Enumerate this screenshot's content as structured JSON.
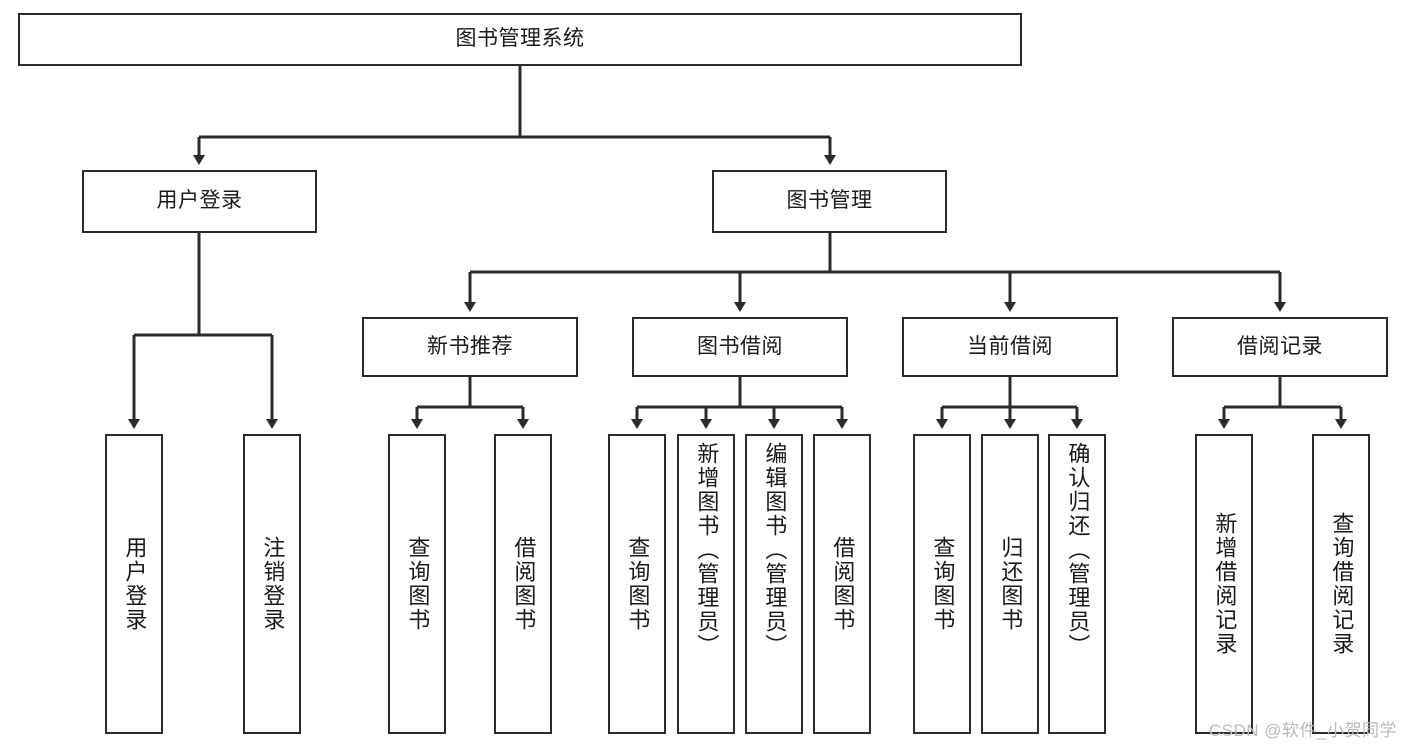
{
  "diagram": {
    "type": "tree-hierarchy",
    "title": "图书管理系统",
    "watermark": "CSDN @软件_小贺同学",
    "levels": {
      "root": {
        "label": "图书管理系统"
      },
      "level2": [
        {
          "label": "用户登录"
        },
        {
          "label": "图书管理"
        }
      ],
      "level3": [
        {
          "label": "新书推荐"
        },
        {
          "label": "图书借阅"
        },
        {
          "label": "当前借阅"
        },
        {
          "label": "借阅记录"
        }
      ]
    },
    "leaves": {
      "user_login": [
        {
          "label": "用户登录"
        },
        {
          "label": "注销登录"
        }
      ],
      "new_book_recommend": [
        {
          "label": "查询图书"
        },
        {
          "label": "借阅图书"
        }
      ],
      "book_borrow": [
        {
          "label": "查询图书"
        },
        {
          "label": "新增图书（管理员）"
        },
        {
          "label": "编辑图书（管理员）"
        },
        {
          "label": "借阅图书"
        }
      ],
      "current_borrow": [
        {
          "label": "查询图书"
        },
        {
          "label": "归还图书"
        },
        {
          "label": "确认归还（管理员）"
        }
      ],
      "borrow_records": [
        {
          "label": "新增借阅记录"
        },
        {
          "label": "查询借阅记录"
        }
      ]
    },
    "colors": {
      "stroke": "#2b2b2b",
      "fill": "#ffffff",
      "text": "#1a1a1a",
      "watermark": "#b9b9b9"
    }
  }
}
